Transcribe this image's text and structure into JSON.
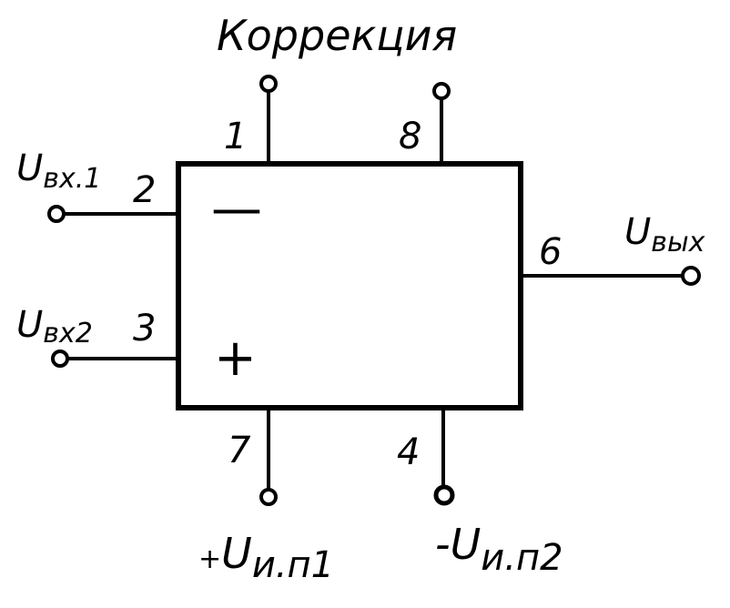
{
  "correction_label": "Коррекция",
  "pins": {
    "p1": "1",
    "p8": "8",
    "p2": "2",
    "p3": "3",
    "p6": "6",
    "p7": "7",
    "p4": "4"
  },
  "signs": {
    "inverting": "—",
    "non_inverting": "+"
  },
  "inputs": {
    "in1_main": "U",
    "in1_sub": "вх.1",
    "in2_main": "U",
    "in2_sub": "вх2"
  },
  "output": {
    "main": "U",
    "sub": "вых"
  },
  "supply": {
    "plus_prefix": "+",
    "plus_main": "U",
    "plus_sub": "и.п1",
    "minus_prefix": "-",
    "minus_main": "U",
    "minus_sub": "и.п2"
  }
}
